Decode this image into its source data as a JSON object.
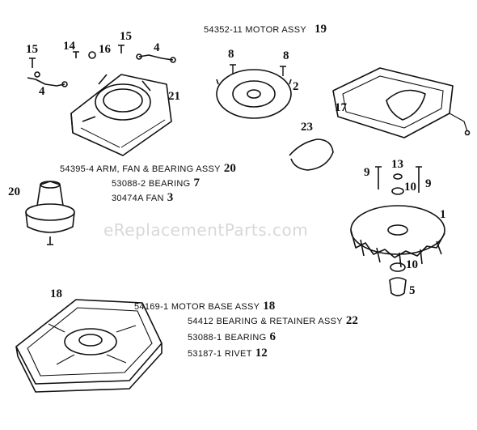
{
  "watermark": "eReplacementParts.com",
  "assemblies": {
    "motor_assy": {
      "part": "54352-11 MOTOR ASSY",
      "ref": "19"
    },
    "arm_fan_bearing": {
      "part": "54395-4 ARM, FAN & BEARING ASSY",
      "ref": "20"
    },
    "bearing_53088_2": {
      "part": "53088-2 BEARING",
      "ref": "7"
    },
    "fan_30474a": {
      "part": "30474A FAN",
      "ref": "3"
    },
    "motor_base": {
      "part": "54169-1 MOTOR BASE ASSY",
      "ref": "18"
    },
    "bearing_retainer": {
      "part": "54412 BEARING & RETAINER ASSY",
      "ref": "22"
    },
    "bearing_53088_1": {
      "part": "53088-1 BEARING",
      "ref": "6"
    },
    "rivet": {
      "part": "53187-1 RIVET",
      "ref": "12"
    }
  },
  "callouts": {
    "c15a": "15",
    "c14": "14",
    "c16": "16",
    "c15b": "15",
    "c4a": "4",
    "c4b": "4",
    "c21": "21",
    "c8a": "8",
    "c8b": "8",
    "c2": "2",
    "c17": "17",
    "c23": "23",
    "c20": "20",
    "c9a": "9",
    "c13": "13",
    "c9b": "9",
    "c10a": "10",
    "c1": "1",
    "c10b": "10",
    "c5": "5",
    "c18": "18"
  },
  "colors": {
    "ink": "#111111",
    "watermark": "#d8d8d8",
    "background": "#ffffff"
  }
}
